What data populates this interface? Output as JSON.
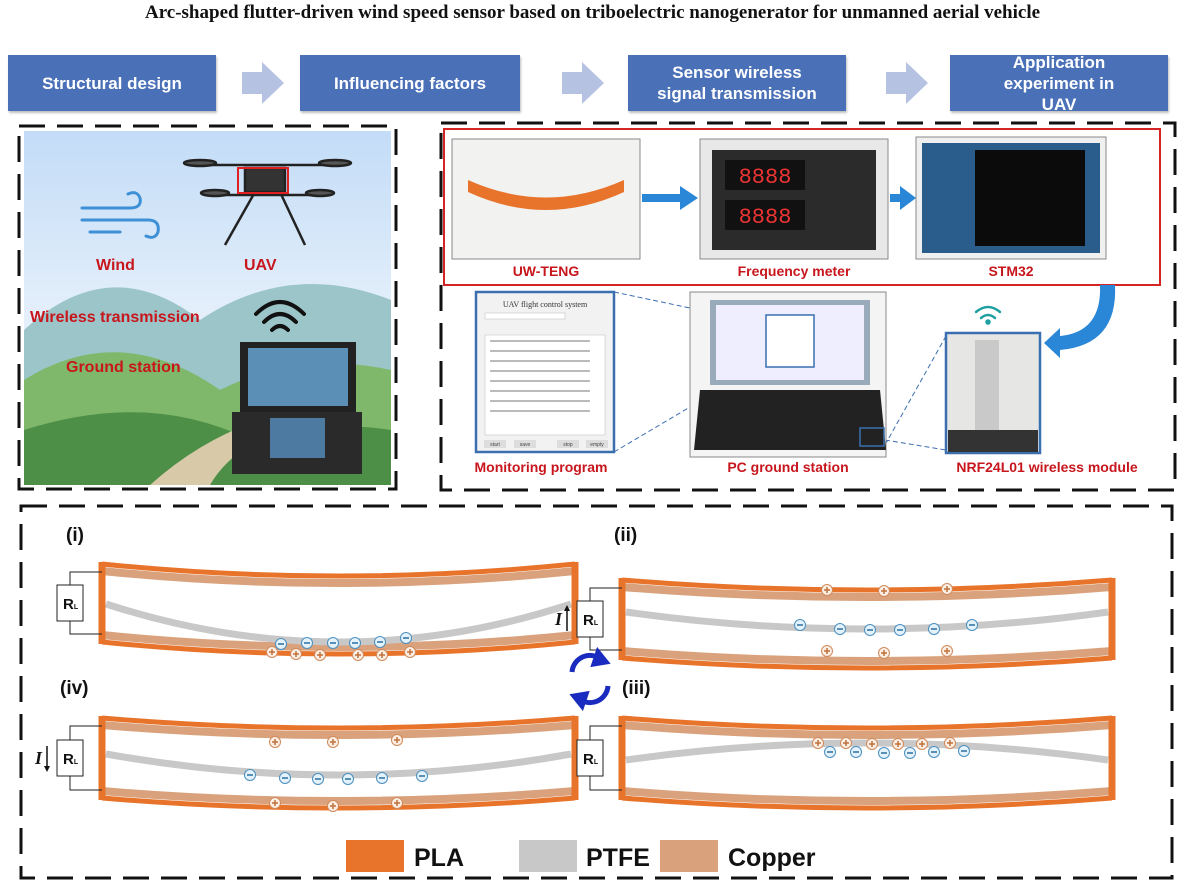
{
  "title": "Arc-shaped flutter-driven wind speed sensor based on triboelectric nanogenerator for unmanned aerial vehicle",
  "steps": [
    "Structural design",
    "Influencing factors",
    "Sensor wireless signal transmission",
    "Application experiment in UAV"
  ],
  "scene": {
    "wind": "Wind",
    "uav": "UAV",
    "wireless": "Wireless transmission",
    "ground": "Ground station"
  },
  "photos": {
    "teng": "UW-TENG",
    "freq": "Frequency meter",
    "stm": "STM32",
    "monitor": "Monitoring program",
    "pc": "PC ground station",
    "nrf": "NRF24L01 wireless module"
  },
  "monitor_app": {
    "title": "UAV flight control system",
    "buttons": [
      "start",
      "save",
      "stop",
      "empty"
    ]
  },
  "stages": [
    "(i)",
    "(ii)",
    "(iii)",
    "(iv)"
  ],
  "resistor": "R",
  "resistor_sub": "L",
  "current": "I",
  "legend": [
    {
      "label": "PLA",
      "color": "#e8742c"
    },
    {
      "label": "PTFE",
      "color": "#c8c8c8"
    },
    {
      "label": "Copper",
      "color": "#d9a27c"
    }
  ],
  "colors": {
    "step": "#4a70b7",
    "accent_red": "#c8161d",
    "arrow_blue": "#2a86d6"
  }
}
